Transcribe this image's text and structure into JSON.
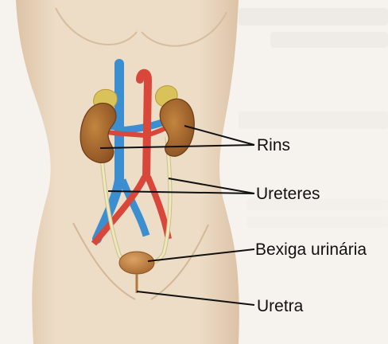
{
  "labels": {
    "kidneys": "Rins",
    "ureters": "Ureteres",
    "bladder": "Bexiga urinária",
    "urethra": "Uretra"
  },
  "colors": {
    "skin": "#eddcc6",
    "skin_shadow": "#dcc3a6",
    "kidney": "#a8682e",
    "adrenal": "#d9c25a",
    "vein": "#3b8fd0",
    "artery": "#d8473a",
    "ureter": "#e7e1b6",
    "bladder": "#c58a48",
    "leader_line": "#111111"
  }
}
